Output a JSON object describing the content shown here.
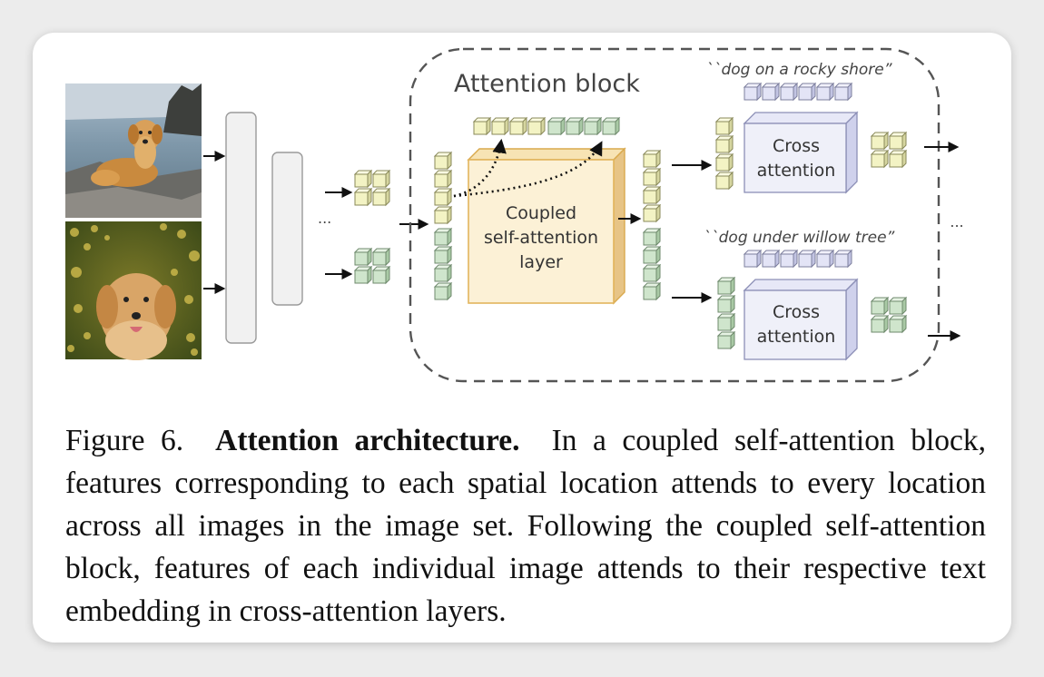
{
  "diagram": {
    "block_title": "Attention block",
    "coupled_layer_lines": [
      "Coupled",
      "self-attention",
      "layer"
    ],
    "cross_attention_lines": [
      "Cross",
      "attention"
    ],
    "prompt_1": "``dog on a rocky shore”",
    "prompt_2": "``dog under willow tree”",
    "ellipsis_encoder": "...",
    "ellipsis_right": "...",
    "input_images": [
      "dog-on-rocky-shore",
      "dog-under-willow-tree"
    ],
    "colors": {
      "yellow_token": "#f3f3c4",
      "green_token": "#cfe5cc",
      "purple_token": "#e3e4f6",
      "coupled_layer_fill": "#fcf1d6",
      "coupled_layer_border": "#e2b55d",
      "cross_attention_fill": "#eff0f9",
      "dashed_border": "#555555"
    }
  },
  "caption": {
    "prefix": "Figure 6.",
    "title": "Attention architecture.",
    "body": "In a coupled self-attention block, features corresponding to each spatial location attends to every location across all images in the image set. Following the coupled self-attention block, features of each individual image attends to their respective text embedding in cross-attention layers."
  }
}
